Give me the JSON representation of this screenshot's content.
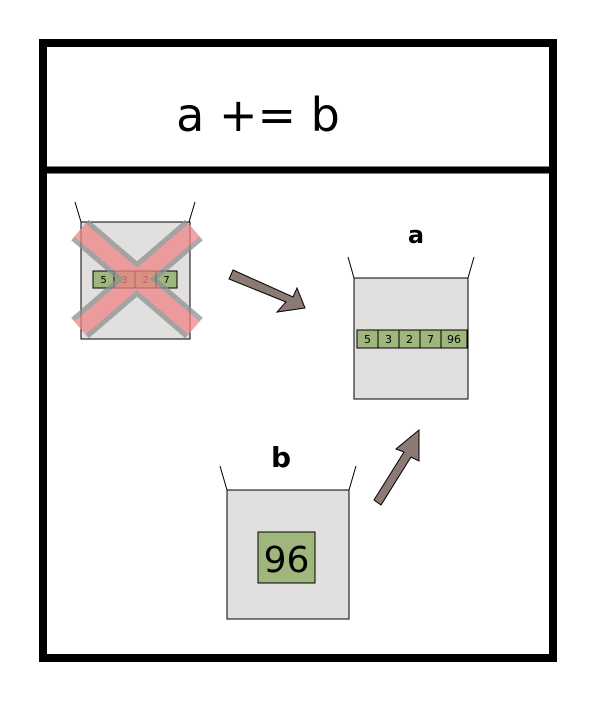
{
  "header": {
    "title": "a += b"
  },
  "old_list": {
    "values": [
      "5",
      "3",
      "2",
      "7"
    ],
    "discarded": true
  },
  "list_a": {
    "name": "a",
    "values": [
      "5",
      "3",
      "2",
      "7",
      "96"
    ]
  },
  "object_b": {
    "name": "b",
    "value": "96"
  },
  "colors": {
    "box_fill": "#e2dfdf",
    "cell_fill": "#9fb77c",
    "cross": "#ef8585",
    "cross_outline": "#9a9a9a",
    "arrow": "#8c7b74"
  }
}
